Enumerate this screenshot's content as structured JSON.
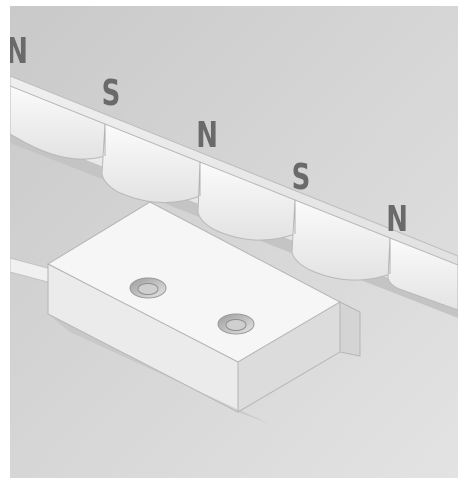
{
  "diagram": {
    "poles": [
      "N",
      "S",
      "N",
      "S",
      "N"
    ],
    "colors": {
      "background": "#cfcfcf",
      "strip_top": "#ececec",
      "magnet_face": "#f6f6f6",
      "sensor_top": "#f5f5f5",
      "sensor_front": "#e9e9e9",
      "sensor_side": "#d9d9d9",
      "pole_text": "#6a6a6a"
    },
    "icons": [
      "mounting-hole-icon",
      "mounting-hole-icon"
    ]
  }
}
